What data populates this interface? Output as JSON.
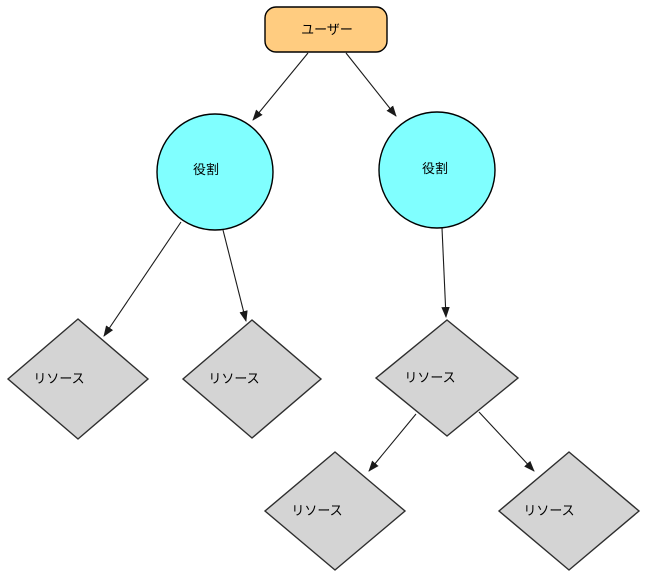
{
  "diagram": {
    "description": "RBAC tree diagram: user node linking to role nodes linking to resource nodes",
    "background": "#FFFFFF",
    "line_color": "#1A1A1A",
    "nodes": [
      {
        "id": "user",
        "shape": "rounded-rectangle",
        "label": "ユーザー",
        "fill": "#FFCC80",
        "stroke": "#000000"
      },
      {
        "id": "role-1",
        "shape": "circle",
        "label": "役割",
        "fill": "#80FFFF",
        "stroke": "#000000"
      },
      {
        "id": "role-2",
        "shape": "circle",
        "label": "役割",
        "fill": "#80FFFF",
        "stroke": "#000000"
      },
      {
        "id": "resource-1",
        "shape": "diamond",
        "label": "リソース",
        "fill": "#D4D4D4",
        "stroke": "#2E2E2E"
      },
      {
        "id": "resource-2",
        "shape": "diamond",
        "label": "リソース",
        "fill": "#D4D4D4",
        "stroke": "#2E2E2E"
      },
      {
        "id": "resource-3",
        "shape": "diamond",
        "label": "リソース",
        "fill": "#D4D4D4",
        "stroke": "#2E2E2E"
      },
      {
        "id": "resource-4",
        "shape": "diamond",
        "label": "リソース",
        "fill": "#D4D4D4",
        "stroke": "#2E2E2E"
      },
      {
        "id": "resource-5",
        "shape": "diamond",
        "label": "リソース",
        "fill": "#D4D4D4",
        "stroke": "#2E2E2E"
      }
    ],
    "edges": [
      {
        "from": "user",
        "to": "role-1"
      },
      {
        "from": "user",
        "to": "role-2"
      },
      {
        "from": "role-1",
        "to": "resource-1"
      },
      {
        "from": "role-1",
        "to": "resource-2"
      },
      {
        "from": "role-2",
        "to": "resource-3"
      },
      {
        "from": "resource-3",
        "to": "resource-4"
      },
      {
        "from": "resource-3",
        "to": "resource-5"
      }
    ]
  }
}
